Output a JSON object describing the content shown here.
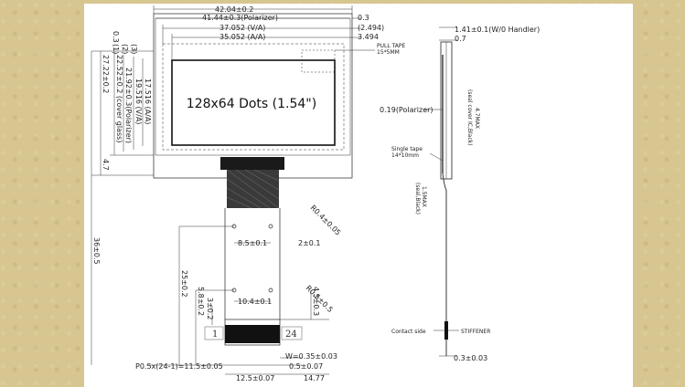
{
  "diagram": {
    "display_label": "128x64 Dots (1.54\")",
    "top_dims": {
      "overall": "42.04±0.2",
      "polarizer": "41.44±0.3(Polarizer)",
      "va": "37.052 (V/A)",
      "aa": "35.052 (A/A)",
      "r_03": "0.3",
      "r_2494": "(2.494)",
      "r_3494": "3.494",
      "pull_tape": "PULL TAPE",
      "pull_tape_size": "15*5MM"
    },
    "left_dims": {
      "d3": "(3)",
      "d2": "(2)",
      "d1": "(1)",
      "d03": "0.3",
      "aa_h": "17.516 (A/A)",
      "va_h": "19.516 (V/A)",
      "pol_h": "21.92±0.3(Polarizer)",
      "cover_h": "22.52±0.2 (cover glass)",
      "glass_h": "27.22±0.2",
      "d47": "4.7",
      "total_h": "36±0.5",
      "fpc_len": "25±0.2",
      "d58": "5.8±0.2",
      "d30": "3±0.2"
    },
    "fpc_dims": {
      "r04": "R0.4±0.05",
      "r05": "R0.5±0.5",
      "w85": "8.5±0.1",
      "w2": "2±0.1",
      "w104": "10.4±0.1",
      "d45": "4.5±0.3",
      "pin1": "1",
      "pin24": "24",
      "pitch": "P0.5x(24-1)=11.5±0.05",
      "w": "W=0.35±0.03",
      "d05": "0.5±0.07",
      "w125": "12.5±0.07",
      "w1477": "14.77"
    },
    "side_view": {
      "handler": "1.41±0.1(W/0 Handler)",
      "d07": "0.7",
      "polarizer": "0.19(Polarizer)",
      "seal": "4.7MAX",
      "seal_note": "(seal cover IC,Black)",
      "single_tape": "Single tape",
      "tape_size": "14*10mm",
      "max15": "1.5MAX",
      "max15_note": "(seal,Black)",
      "contact": "Contact side",
      "stiffener": "STIFFENER",
      "d03": "0.3±0.03"
    }
  }
}
